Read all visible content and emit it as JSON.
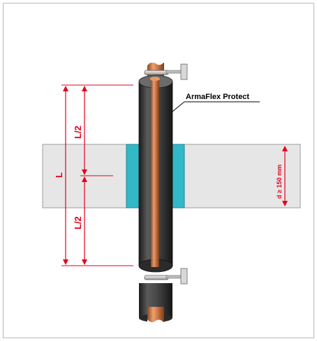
{
  "product_label": "ArmaFlex Protect",
  "dim_total": "L",
  "dim_half_top": "L/2",
  "dim_half_bottom": "L/2",
  "wall_thickness": "d ≥ 150 mm",
  "colors": {
    "dimension_red": "#e3001b",
    "wall": "#e6e6e6",
    "sealant": "#33b8c8",
    "insulation": "#3a3a3a",
    "copper": "#c8743f"
  }
}
